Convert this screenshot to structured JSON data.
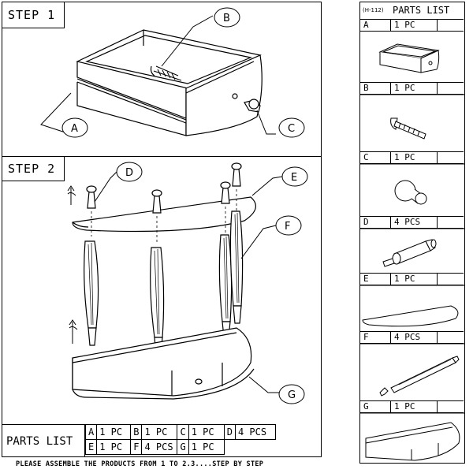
{
  "steps": {
    "step1_label": "STEP 1",
    "step2_label": "STEP 2"
  },
  "callouts": {
    "A": "A",
    "B": "B",
    "C": "C",
    "D": "D",
    "E": "E",
    "F": "F",
    "G": "G"
  },
  "bottom_parts_list": {
    "title": "PARTS LIST",
    "rows": [
      [
        {
          "letter": "A",
          "qty": "1 PC"
        },
        {
          "letter": "B",
          "qty": "1 PC"
        },
        {
          "letter": "C",
          "qty": "1 PC"
        },
        {
          "letter": "D",
          "qty": "4 PCS"
        }
      ],
      [
        {
          "letter": "E",
          "qty": "1 PC"
        },
        {
          "letter": "F",
          "qty": "4 PCS"
        },
        {
          "letter": "G",
          "qty": "1 PC"
        }
      ]
    ]
  },
  "side_parts_list": {
    "model": "(H-112)",
    "title": "PARTS LIST",
    "items": [
      {
        "letter": "A",
        "qty": "1 PC"
      },
      {
        "letter": "B",
        "qty": "1 PC"
      },
      {
        "letter": "C",
        "qty": "1 PC"
      },
      {
        "letter": "D",
        "qty": "4 PCS"
      },
      {
        "letter": "E",
        "qty": "1 PC"
      },
      {
        "letter": "F",
        "qty": "4 PCS"
      },
      {
        "letter": "G",
        "qty": "1 PC"
      }
    ]
  },
  "footer": "PLEASE ASSEMBLE THE PRODUCTS FROM 1 TO 2.3....STEP BY STEP"
}
